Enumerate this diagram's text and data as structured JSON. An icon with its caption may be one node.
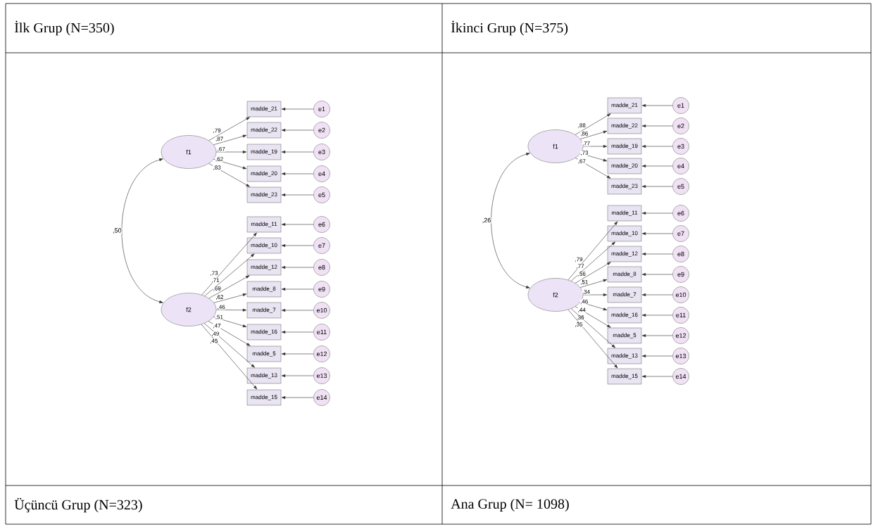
{
  "diagram": {
    "nodes": [
      {
        "text": [
          "f1"
        ]
      },
      {
        "text": [
          "f2"
        ]
      },
      {
        "text": [
          "madde_21"
        ]
      },
      {
        "text": [
          "madde_22"
        ]
      },
      {
        "text": [
          "madde_19"
        ]
      },
      {
        "text": [
          "madde_20"
        ]
      },
      {
        "text": [
          "madde_23"
        ]
      },
      {
        "text": [
          "madde_11"
        ]
      },
      {
        "text": [
          "madde_10"
        ]
      },
      {
        "text": [
          "madde_12"
        ]
      },
      {
        "text": [
          "madde_8"
        ]
      },
      {
        "text": [
          "madde_7"
        ]
      },
      {
        "text": [
          "madde_16"
        ]
      },
      {
        "text": [
          "madde_5"
        ]
      },
      {
        "text": [
          "madde_13"
        ]
      },
      {
        "text": [
          "madde_15"
        ]
      },
      {
        "text": [
          "e1"
        ]
      },
      {
        "text": [
          "e2"
        ]
      },
      {
        "text": [
          "e3"
        ]
      },
      {
        "text": [
          "e4"
        ]
      },
      {
        "text": [
          "e5"
        ]
      },
      {
        "text": [
          "e6"
        ]
      },
      {
        "text": [
          "e7"
        ]
      },
      {
        "text": [
          "e8"
        ]
      },
      {
        "text": [
          "e9"
        ]
      },
      {
        "text": [
          "e10"
        ]
      },
      {
        "text": [
          "e11"
        ]
      },
      {
        "text": [
          "e12"
        ]
      },
      {
        "text": [
          "e13"
        ]
      },
      {
        "text": [
          "e14"
        ]
      },
      {
        "text": [
          "f1"
        ]
      },
      {
        "text": [
          "f2"
        ]
      },
      {
        "text": [
          "madde_21"
        ]
      },
      {
        "text": [
          "madde_22"
        ]
      },
      {
        "text": [
          "madde_19"
        ]
      },
      {
        "text": [
          "madde_20"
        ]
      },
      {
        "text": [
          "madde_23"
        ]
      },
      {
        "text": [
          "madde_11"
        ]
      },
      {
        "text": [
          "madde_10"
        ]
      },
      {
        "text": [
          "madde_12"
        ]
      },
      {
        "text": [
          "madde_8"
        ]
      },
      {
        "text": [
          "madde_7"
        ]
      },
      {
        "text": [
          "madde_16"
        ]
      },
      {
        "text": [
          "madde_5"
        ]
      },
      {
        "text": [
          "madde_13"
        ]
      },
      {
        "text": [
          "madde_15"
        ]
      },
      {
        "text": [
          "e1"
        ]
      },
      {
        "text": [
          "e2"
        ]
      },
      {
        "text": [
          "e3"
        ]
      },
      {
        "text": [
          "e4"
        ]
      },
      {
        "text": [
          "e5"
        ]
      },
      {
        "text": [
          "e6"
        ]
      },
      {
        "text": [
          "e7"
        ]
      },
      {
        "text": [
          "e8"
        ]
      },
      {
        "text": [
          "e9"
        ]
      },
      {
        "text": [
          "e10"
        ]
      },
      {
        "text": [
          "e11"
        ]
      },
      {
        "text": [
          "e12"
        ]
      },
      {
        "text": [
          "e13"
        ]
      },
      {
        "text": [
          "e14"
        ]
      }
    ],
    "edges": [
      {
        "from": 0,
        "to": 1,
        "arrow": "both",
        "label": ",50"
      },
      {
        "from": 0,
        "to": 2,
        "arrow": "to",
        "label": ",79"
      },
      {
        "from": 0,
        "to": 3,
        "arrow": "to",
        "label": ",87"
      },
      {
        "from": 0,
        "to": 4,
        "arrow": "to",
        "label": ",67"
      },
      {
        "from": 0,
        "to": 5,
        "arrow": "to",
        "label": ",62"
      },
      {
        "from": 0,
        "to": 6,
        "arrow": "to",
        "label": ",83"
      },
      {
        "from": 1,
        "to": 7,
        "arrow": "to",
        "label": ",73"
      },
      {
        "from": 1,
        "to": 8,
        "arrow": "to",
        "label": ",71"
      },
      {
        "from": 1,
        "to": 9,
        "arrow": "to",
        "label": ",69"
      },
      {
        "from": 1,
        "to": 10,
        "arrow": "to",
        "label": ",62"
      },
      {
        "from": 1,
        "to": 11,
        "arrow": "to",
        "label": ",46"
      },
      {
        "from": 1,
        "to": 12,
        "arrow": "to",
        "label": ",51"
      },
      {
        "from": 1,
        "to": 13,
        "arrow": "to",
        "label": ",47"
      },
      {
        "from": 1,
        "to": 14,
        "arrow": "to",
        "label": ",49"
      },
      {
        "from": 1,
        "to": 15,
        "arrow": "to",
        "label": ",45"
      },
      {
        "from": 16,
        "to": 2,
        "arrow": "to"
      },
      {
        "from": 17,
        "to": 3,
        "arrow": "to"
      },
      {
        "from": 18,
        "to": 4,
        "arrow": "to"
      },
      {
        "from": 19,
        "to": 5,
        "arrow": "to"
      },
      {
        "from": 20,
        "to": 6,
        "arrow": "to"
      },
      {
        "from": 21,
        "to": 7,
        "arrow": "to"
      },
      {
        "from": 22,
        "to": 8,
        "arrow": "to"
      },
      {
        "from": 23,
        "to": 9,
        "arrow": "to"
      },
      {
        "from": 24,
        "to": 10,
        "arrow": "to"
      },
      {
        "from": 25,
        "to": 11,
        "arrow": "to"
      },
      {
        "from": 26,
        "to": 12,
        "arrow": "to"
      },
      {
        "from": 27,
        "to": 13,
        "arrow": "to"
      },
      {
        "from": 28,
        "to": 14,
        "arrow": "to"
      },
      {
        "from": 29,
        "to": 15,
        "arrow": "to"
      },
      {
        "from": 30,
        "to": 31,
        "arrow": "both",
        "label": ",26"
      },
      {
        "from": 30,
        "to": 32,
        "arrow": "to",
        "label": ",88"
      },
      {
        "from": 30,
        "to": 33,
        "arrow": "to",
        "label": ",86"
      },
      {
        "from": 30,
        "to": 34,
        "arrow": "to",
        "label": ",77"
      },
      {
        "from": 30,
        "to": 35,
        "arrow": "to",
        "label": ",73"
      },
      {
        "from": 30,
        "to": 36,
        "arrow": "to",
        "label": ",67"
      },
      {
        "from": 31,
        "to": 37,
        "arrow": "to",
        "label": ",79"
      },
      {
        "from": 31,
        "to": 38,
        "arrow": "to",
        "label": ",77"
      },
      {
        "from": 31,
        "to": 39,
        "arrow": "to",
        "label": ",56"
      },
      {
        "from": 31,
        "to": 40,
        "arrow": "to",
        "label": ",51"
      },
      {
        "from": 31,
        "to": 41,
        "arrow": "to",
        "label": ",34"
      },
      {
        "from": 31,
        "to": 42,
        "arrow": "to",
        "label": ",46"
      },
      {
        "from": 31,
        "to": 43,
        "arrow": "to",
        "label": ",44"
      },
      {
        "from": 31,
        "to": 44,
        "arrow": "to",
        "label": ",36"
      },
      {
        "from": 31,
        "to": 45,
        "arrow": "to",
        "label": ",35"
      },
      {
        "from": 46,
        "to": 32,
        "arrow": "to"
      },
      {
        "from": 47,
        "to": 33,
        "arrow": "to"
      },
      {
        "from": 48,
        "to": 34,
        "arrow": "to"
      },
      {
        "from": 49,
        "to": 35,
        "arrow": "to"
      },
      {
        "from": 50,
        "to": 36,
        "arrow": "to"
      },
      {
        "from": 51,
        "to": 37,
        "arrow": "to"
      },
      {
        "from": 52,
        "to": 38,
        "arrow": "to"
      },
      {
        "from": 53,
        "to": 39,
        "arrow": "to"
      },
      {
        "from": 54,
        "to": 40,
        "arrow": "to"
      },
      {
        "from": 55,
        "to": 41,
        "arrow": "to"
      },
      {
        "from": 56,
        "to": 42,
        "arrow": "to"
      },
      {
        "from": 57,
        "to": 43,
        "arrow": "to"
      },
      {
        "from": 58,
        "to": 44,
        "arrow": "to"
      },
      {
        "from": 59,
        "to": 45,
        "arrow": "to"
      }
    ],
    "labels": [
      "İlk Grup (N=350)",
      "İkinci Grup (N=375)",
      "Üçüncü Grup (N=323)",
      "Ana Grup (N= 1098)"
    ]
  }
}
